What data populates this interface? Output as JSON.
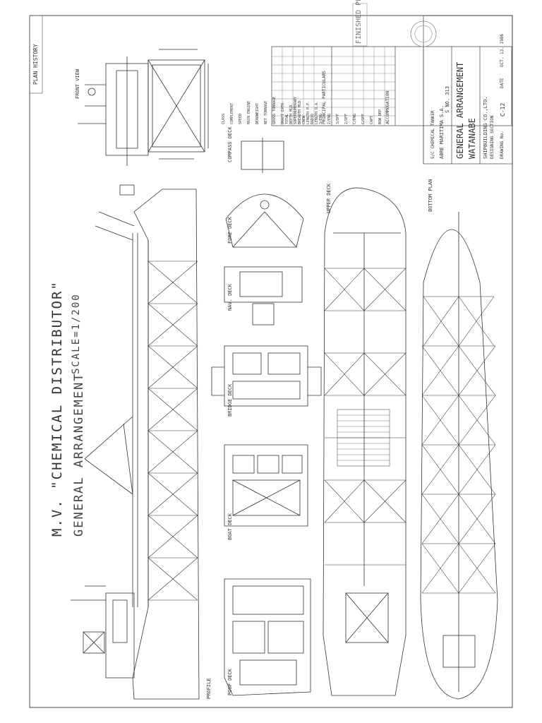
{
  "sheet": {
    "title": "M.V. \"CHEMICAL DISTRIBUTOR\"",
    "subtitle": "GENERAL ARRANGEMENT",
    "scale": "SCALE=1/200",
    "plan_history": "PLAN HISTORY",
    "finished_plan": "FINISHED PLAN"
  },
  "views": {
    "profile": "PROFILE",
    "upper_deck": "UPPER DECK",
    "bottom_plan": "BOTTOM PLAN",
    "poop_deck": "POOP DECK",
    "boat_deck": "BOAT DECK",
    "bridge_deck": "BRIDGE DECK",
    "nav_deck": "NAV. DECK",
    "compass_deck": "COMPASS DECK",
    "fore_deck": "FORE DECK",
    "front_view": "FRONT VIEW"
  },
  "title_block": {
    "drawing_title": "GENERAL ARRANGEMENT",
    "builder": "WATANABE",
    "company": "SHIPBUILDING CO.,LTD.",
    "section": "DESIGNING SECTION",
    "owner": "ABRE MARITIMA S.A.",
    "ship_type": "S/C CHEMICAL TANKER",
    "ship_no": "S NO. 313",
    "drawing_no_label": "DRAWING No.",
    "drawing_no": "C-12",
    "date_label": "DATE",
    "date": "OCT. 13. 1986"
  },
  "particulars": {
    "heading": "PRINCIPAL PARTICULARS",
    "rows": [
      "LENGTH O.A.",
      "LENGTH P.P.",
      "BREADTH MLD.",
      "DEPTH MLD.",
      "DRAFT EXTR.",
      "GROSS TONNAGE",
      "NET TONNAGE",
      "DEADWEIGHT",
      "MAIN ENGINE",
      "SPEED",
      "COMPLEMENT",
      "CLASS"
    ]
  },
  "tanks": {
    "heading": "ACCOMMODATION",
    "rows": [
      "BOW DEP",
      "CAPT",
      "C/OFF",
      "C/ENG",
      "2/OFF",
      "3/OFF",
      "2/ENG",
      "3/ENG",
      "RADIO",
      "CREW",
      "SUPERNUMERARY",
      "TOTAL"
    ]
  }
}
